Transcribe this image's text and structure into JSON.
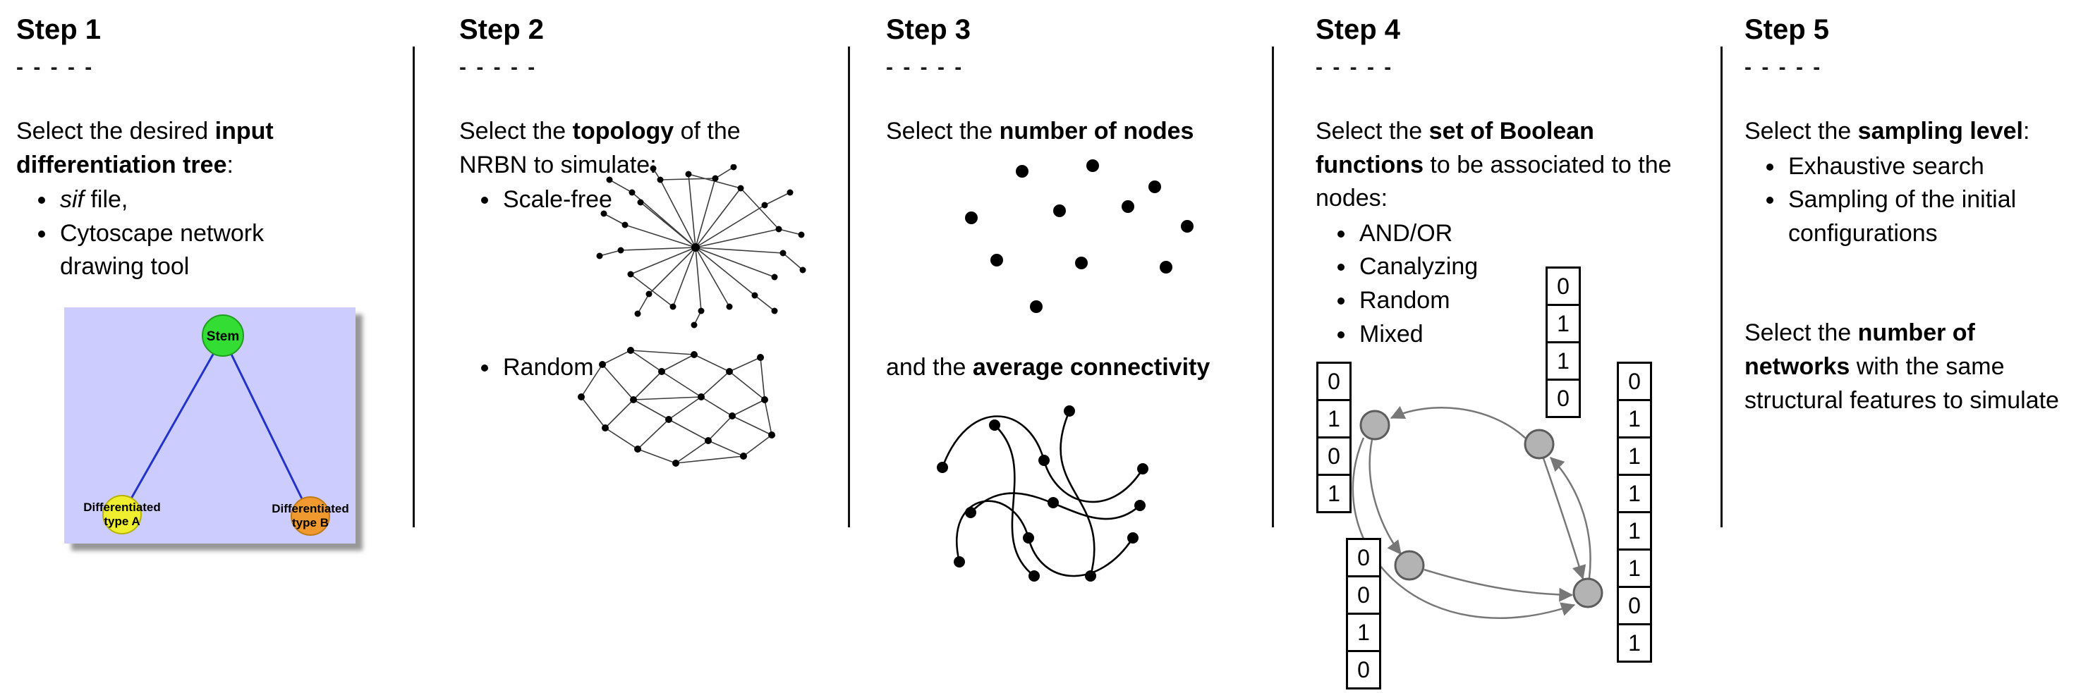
{
  "steps": {
    "step1": {
      "title": "Step 1",
      "dashes": "- - - - -",
      "intro": {
        "pre": "Select the desired ",
        "bold": "input differentiation tree",
        "post": ":"
      },
      "bullets": {
        "b1_italic": "sif",
        "b1_rest": " file,",
        "b2": "Cytoscape network drawing tool"
      },
      "tree": {
        "stem": "Stem",
        "typeA_line1": "Differentiated",
        "typeA_line2": "type A",
        "typeB_line1": "Differentiated",
        "typeB_line2": "type B"
      },
      "colors": {
        "panel": "#ccccff",
        "stem": "#33dd33",
        "typeA": "#efef30",
        "typeB": "#f0992e",
        "edge": "#2233cc"
      }
    },
    "step2": {
      "title": "Step 2",
      "dashes": "- - - - -",
      "intro": {
        "pre": "Select the ",
        "bold": "topology",
        "post": " of the NRBN to simulate:"
      },
      "bullets": [
        "Scale-free",
        "Random"
      ]
    },
    "step3": {
      "title": "Step 3",
      "dashes": "- - - - -",
      "line1": {
        "pre": "Select the ",
        "bold": "number of nodes"
      },
      "line2": {
        "pre": "and the ",
        "bold": "average connectivity"
      }
    },
    "step4": {
      "title": "Step 4",
      "dashes": "- - - - -",
      "intro": {
        "pre": "Select the ",
        "bold": "set of Boolean functions",
        "post": " to be associated to the nodes:"
      },
      "bullets": [
        "AND/OR",
        "Canalyzing",
        "Random",
        "Mixed"
      ],
      "tables": {
        "left": [
          "0",
          "1",
          "0",
          "1"
        ],
        "top": [
          "0",
          "1",
          "1",
          "0"
        ],
        "bottom": [
          "0",
          "0",
          "1",
          "0"
        ],
        "right": [
          "0",
          "1",
          "1",
          "1",
          "1",
          "1",
          "0",
          "1"
        ]
      }
    },
    "step5": {
      "title": "Step 5",
      "dashes": "- - - - -",
      "intro": {
        "pre": "Select the ",
        "bold": "sampling level",
        "post": ":"
      },
      "bullets": [
        "Exhaustive search",
        "Sampling of the initial configurations"
      ],
      "para2": {
        "l1_pre": "Select the ",
        "l1_bold": "number of",
        "l2_bold": "networks",
        "l2_post": " with the same",
        "l3": "structural features to simulate"
      }
    }
  }
}
